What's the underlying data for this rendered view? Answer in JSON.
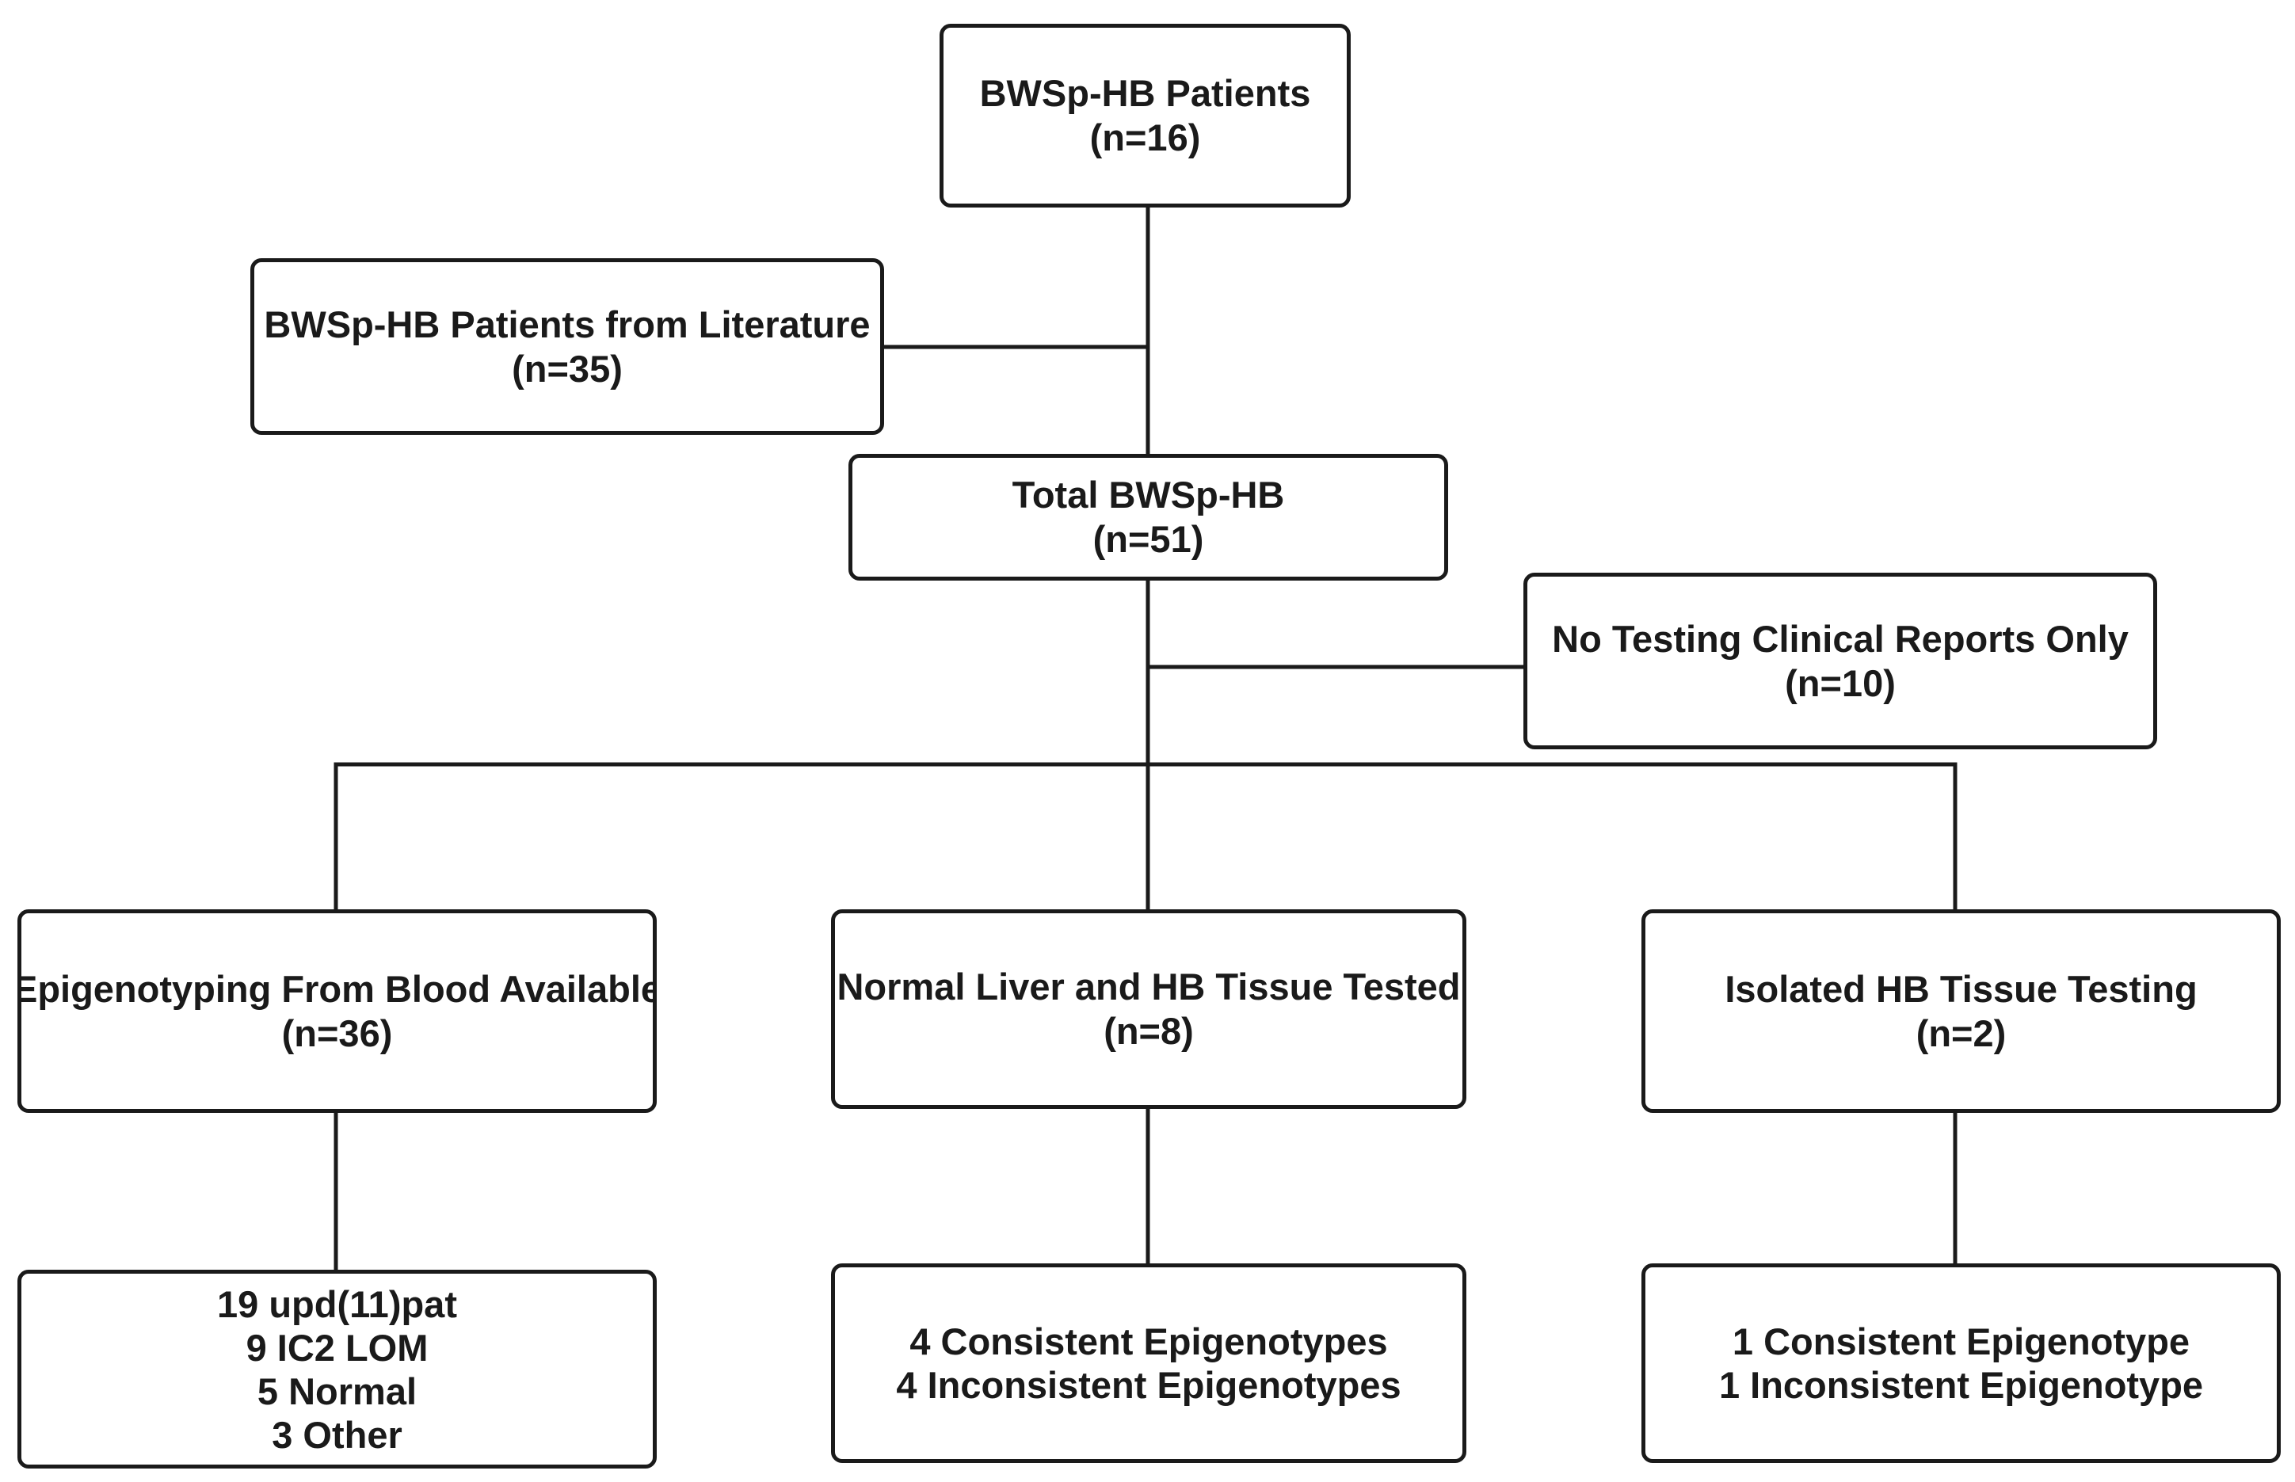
{
  "diagram": {
    "colors": {
      "line": "#1a1a1a",
      "box_fill": "#ffffff",
      "text": "#1a1a1a"
    },
    "nodes": {
      "own_patients": {
        "title": "BWSp-HB Patients",
        "count": "(n=16)"
      },
      "literature_patients": {
        "title": "BWSp-HB Patients from Literature",
        "count": "(n=35)"
      },
      "total": {
        "title": "Total BWSp-HB",
        "count": "(n=51)"
      },
      "no_testing": {
        "title": "No Testing Clinical Reports Only",
        "count": "(n=10)"
      },
      "blood": {
        "title": "Epigenotyping From Blood Available",
        "count": "(n=36)"
      },
      "liver_tissue": {
        "title": "Normal Liver and HB Tissue Tested",
        "count": "(n=8)"
      },
      "isolated_tissue": {
        "title": "Isolated HB Tissue Testing",
        "count": "(n=2)"
      },
      "blood_results": {
        "lines": [
          "19 upd(11)pat",
          "9 IC2 LOM",
          "5 Normal",
          "3 Other"
        ]
      },
      "liver_results": {
        "lines": [
          "4 Consistent Epigenotypes",
          "4 Inconsistent Epigenotypes"
        ]
      },
      "isolated_results": {
        "lines": [
          "1 Consistent Epigenotype",
          "1 Inconsistent Epigenotype"
        ]
      }
    }
  }
}
